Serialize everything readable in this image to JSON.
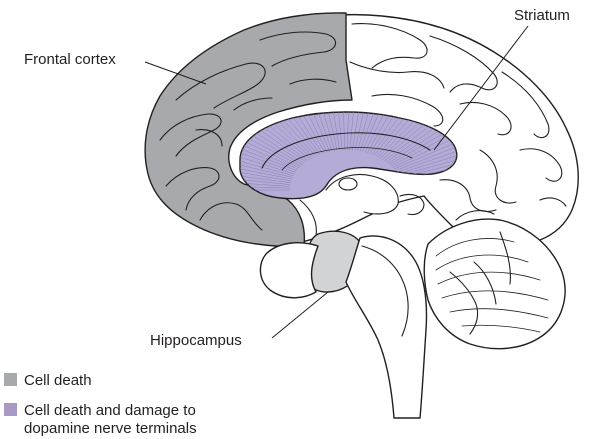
{
  "labels": {
    "frontal_cortex": "Frontal cortex",
    "striatum": "Striatum",
    "hippocampus": "Hippocampus"
  },
  "legend": [
    {
      "text": "Cell death",
      "color": "#a7a9ac"
    },
    {
      "text_line1": "Cell death and damage to",
      "text_line2": "dopamine nerve terminals",
      "color": "#a89ac5"
    }
  ],
  "colors": {
    "cell_death": "#a7a9ac",
    "dopamine_damage": "#b4acd6",
    "outline": "#231f20"
  }
}
